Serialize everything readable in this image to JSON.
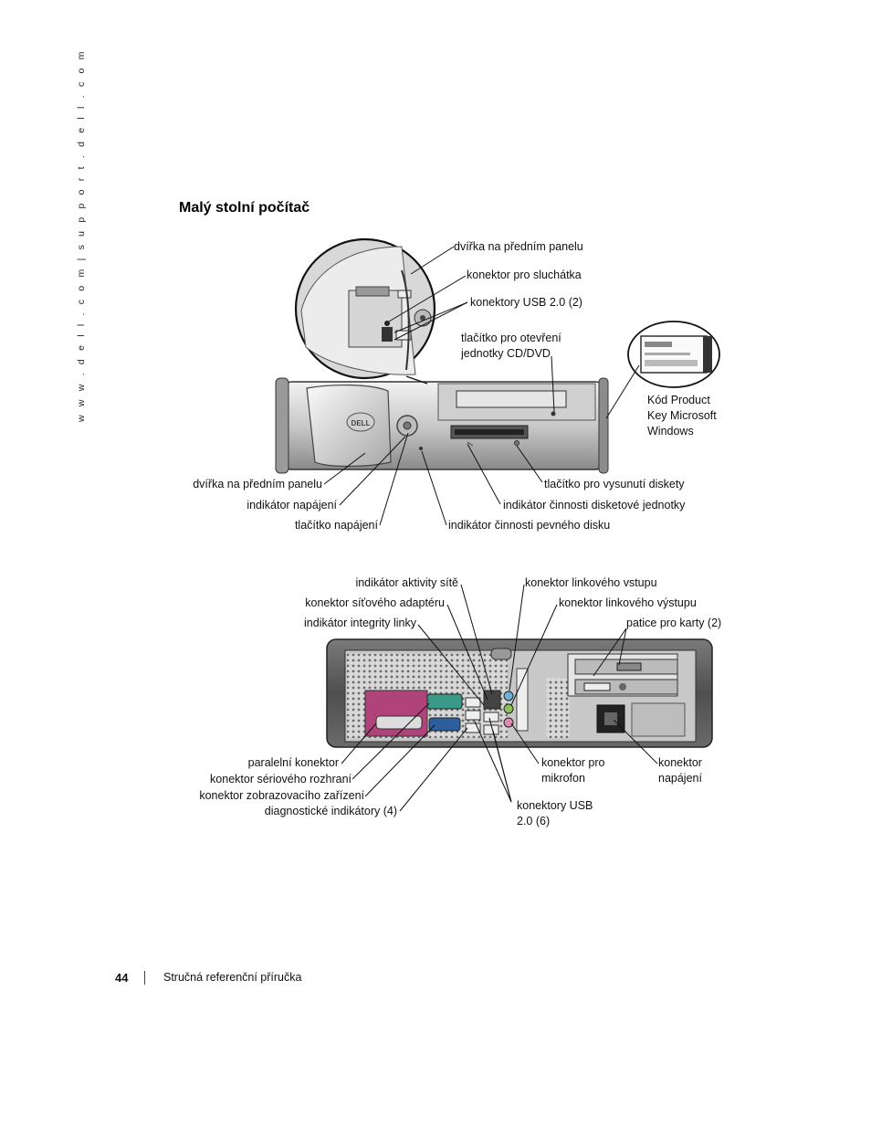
{
  "side_url": "w w w . d e l l . c o m   |   s u p p o r t . d e l l . c o m",
  "heading": "Malý stolní počítač",
  "logo_text": "DELL",
  "front": {
    "callouts": {
      "door_top": "dvířka na předním panelu",
      "headphone": "konektor pro sluchátka",
      "usb_front": "konektory USB 2.0 (2)",
      "cd_button": "tlačítko pro otevření\njednotky CD/DVD",
      "product_key": "Kód Product\nKey Microsoft\nWindows",
      "door_bottom": "dvířka na předním panelu",
      "power_light": "indikátor napájení",
      "power_button": "tlačítko napájení",
      "hdd_light": "indikátor činnosti pevného disku",
      "floppy_eject": "tlačítko pro vysunutí diskety",
      "floppy_light": "indikátor činnosti disketové jednotky"
    }
  },
  "back": {
    "callouts": {
      "net_activity": "indikátor aktivity sítě",
      "net_adapter": "konektor síťového adaptéru",
      "link_integrity": "indikátor integrity linky",
      "line_in": "konektor linkového vstupu",
      "line_out": "konektor linkového výstupu",
      "card_slots": "patice pro karty (2)",
      "parallel": "paralelní konektor",
      "serial": "konektor sériového rozhraní",
      "video": "konektor zobrazovacího zařízení",
      "diagnostic": "diagnostické indikátory (4)",
      "microphone": "konektor pro\nmikrofon",
      "power_conn": "konektor\nnapájení",
      "usb_back": "konektory USB\n2.0 (6)"
    }
  },
  "footer": {
    "page_number": "44",
    "title": "Stručná referenční příručka"
  }
}
